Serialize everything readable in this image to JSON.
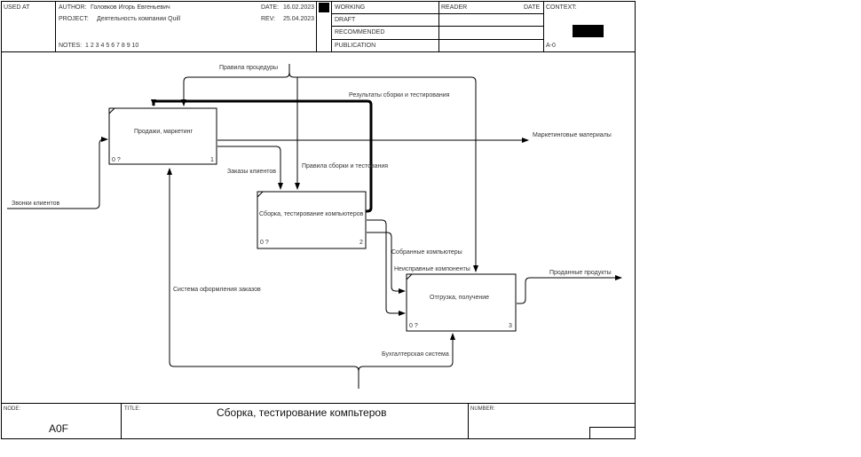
{
  "header": {
    "used_at_label": "USED AT",
    "author_label": "AUTHOR:",
    "author_value": "Головков Игорь Евгеньевич",
    "project_label": "PROJECT:",
    "project_value": "Деятельность компании Quill",
    "date_label": "DATE:",
    "date_value": "16.02.2023",
    "rev_label": "REV:",
    "rev_value": "25.04.2023",
    "notes_label": "NOTES:",
    "notes_value": "1  2  3  4  5  6  7  8  9  10",
    "status": [
      "WORKING",
      "DRAFT",
      "RECOMMENDED",
      "PUBLICATION"
    ],
    "reader_label": "READER",
    "reader_date_label": "DATE",
    "context_label": "CONTEXT:",
    "context_node": "A-0"
  },
  "diagram": {
    "boxes": [
      {
        "label": "Продажи, маркетинг",
        "cost": "0 ?",
        "num": "1"
      },
      {
        "label": "Сборка, тестирование компьютеров",
        "cost": "0 ?",
        "num": "2"
      },
      {
        "label": "Отгрузка, получение",
        "cost": "0 ?",
        "num": "3"
      }
    ],
    "arrows": {
      "rules": "Правила процедуры",
      "build_results": "Результаты сборки и тестирования",
      "marketing_materials": "Маркетинговые материалы",
      "client_orders": "Заказы клиентов",
      "assembly_rules": "Правила сборки и тестования",
      "client_calls": "Звонки клиентов",
      "assembled_pcs": "Собранные компьютеры",
      "faulty_components": "Неисправные компоненты",
      "sold_products": "Проданные продукты",
      "order_system": "Система оформления заказов",
      "accounting_system": "Бухгалтерская система"
    }
  },
  "footer": {
    "node_label": "NODE:",
    "node_value": "A0F",
    "title_label": "TITLE:",
    "title_value": "Сборка, тестирование компьтеров",
    "number_label": "NUMBER:"
  },
  "colors": {
    "line": "#000000",
    "text": "#333333",
    "background": "#ffffff"
  }
}
